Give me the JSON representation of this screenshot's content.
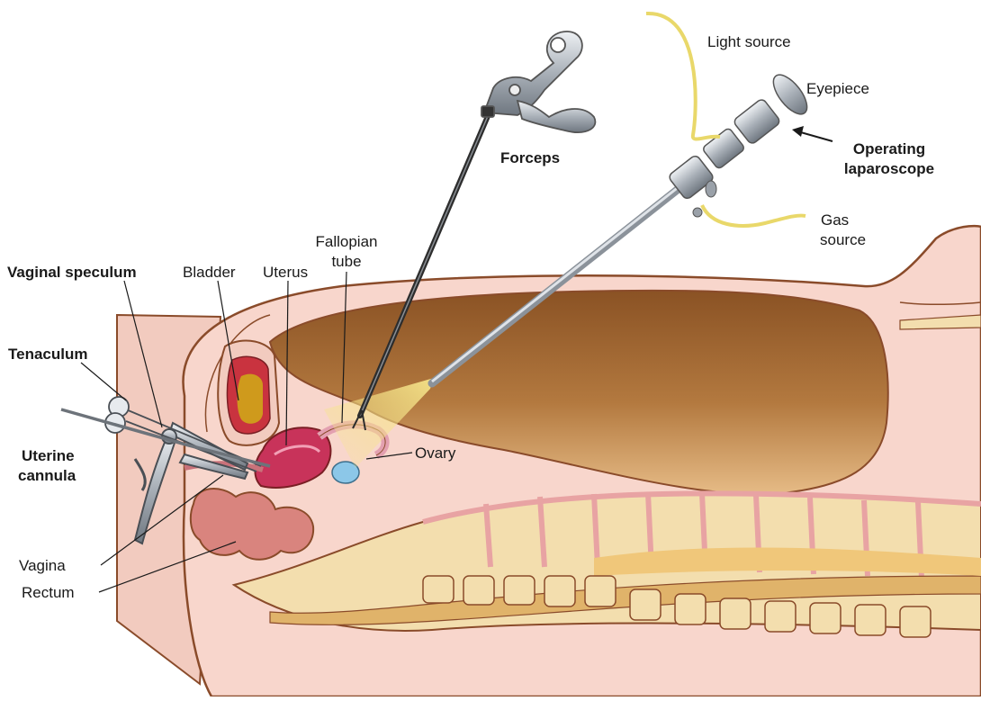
{
  "labels": {
    "light_source": "Light source",
    "eyepiece": "Eyepiece",
    "operating_laparoscope_1": "Operating",
    "operating_laparoscope_2": "laparoscope",
    "gas_source_1": "Gas",
    "gas_source_2": "source",
    "forceps": "Forceps",
    "fallopian_tube_1": "Fallopian",
    "fallopian_tube_2": "tube",
    "vaginal_speculum": "Vaginal speculum",
    "bladder": "Bladder",
    "uterus": "Uterus",
    "tenaculum": "Tenaculum",
    "uterine_cannula_1": "Uterine",
    "uterine_cannula_2": "cannula",
    "ovary": "Ovary",
    "vagina": "Vagina",
    "rectum": "Rectum"
  },
  "colors": {
    "skin": "#f8d6cc",
    "skin_outline": "#8a4b2a",
    "cavity_dark": "#8f5a2c",
    "cavity_light": "#e3b27c",
    "bone": "#f3deae",
    "disc": "#e8a3a3",
    "uterus": "#c8335a",
    "bladder_fill": "#cf9a1c",
    "rectum": "#d9847e",
    "ovary": "#8cc7e8",
    "light_cone": "#f2df7a",
    "instrument_metal": "#b9bfc6",
    "cable": "#e9d86a"
  }
}
